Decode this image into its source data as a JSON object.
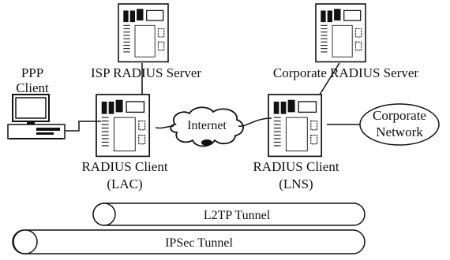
{
  "labels": {
    "ppp_client_line1": "PPP",
    "ppp_client_line2": "Client",
    "isp_radius_server": "ISP RADIUS Server",
    "corporate_radius_server": "Corporate RADIUS Server",
    "internet": "Internet",
    "corporate_network_line1": "Corporate",
    "corporate_network_line2": "Network",
    "lac_line1": "RADIUS Client",
    "lac_line2": "(LAC)",
    "lns_line1": "RADIUS Client",
    "lns_line2": "(LNS)",
    "l2tp_tunnel": "L2TP Tunnel",
    "ipsec_tunnel": "IPSec Tunnel"
  },
  "colors": {
    "line": "#111111",
    "background": "#ffffff"
  },
  "icons": [
    "server-icon",
    "computer-icon",
    "cloud-icon"
  ]
}
